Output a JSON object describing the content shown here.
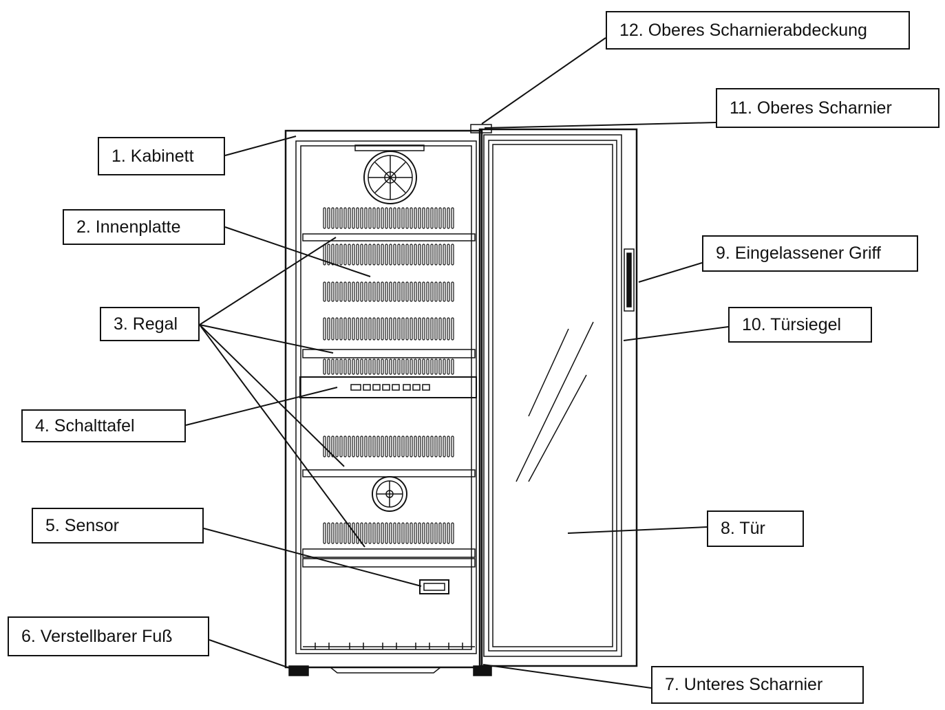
{
  "labels": [
    {
      "id": "kabinett",
      "text": "1. Kabinett"
    },
    {
      "id": "innenplatte",
      "text": "2. Innenplatte"
    },
    {
      "id": "regal",
      "text": "3. Regal"
    },
    {
      "id": "schalttafel",
      "text": "4. Schalttafel"
    },
    {
      "id": "sensor",
      "text": "5. Sensor"
    },
    {
      "id": "verstellbarer-fuss",
      "text": "6. Verstellbarer Fuß"
    },
    {
      "id": "unteres-scharnier",
      "text": "7. Unteres Scharnier"
    },
    {
      "id": "tuer",
      "text": "8. Tür"
    },
    {
      "id": "eingelassener-griff",
      "text": "9. Eingelassener Griff"
    },
    {
      "id": "tuersiegel",
      "text": "10. Türsiegel"
    },
    {
      "id": "oberes-scharnier",
      "text": "11. Oberes Scharnier"
    },
    {
      "id": "oberes-scharnierabdeckung",
      "text": "12. Oberes Scharnierabdeckung"
    }
  ],
  "colors": {
    "line": "#111111",
    "background": "#ffffff"
  }
}
